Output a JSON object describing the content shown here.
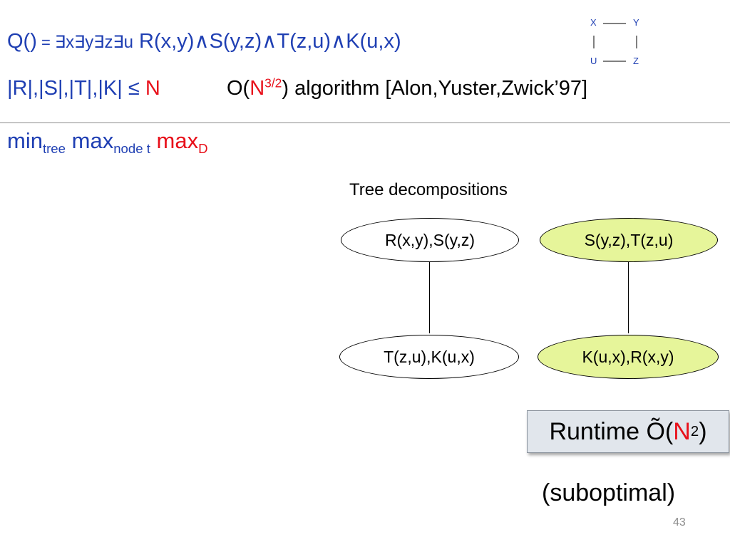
{
  "query": {
    "lhs": "Q()",
    "eq": " = ",
    "quantifiers": "∃x∃y∃z∃u",
    "body": "R(x,y)∧S(y,z)∧T(z,u)∧K(u,x)"
  },
  "bound": {
    "sizes": "|R|,|S|,|T|,|K| ≤ ",
    "n": "N"
  },
  "algorithm": {
    "prefix": "O(",
    "n": "N",
    "exp": "3/2",
    "suffix": ") algorithm [Alon,Yuster,Zwick’97]"
  },
  "minmax": {
    "min": "min",
    "min_sub": "tree",
    "max1": "max",
    "max1_sub": "node t",
    "max2": "max",
    "max2_sub": "D"
  },
  "query_graph": {
    "x": "X",
    "y": "Y",
    "u": "U",
    "z": "Z"
  },
  "tree_decompositions": {
    "label": "Tree decompositions",
    "left": {
      "top": "R(x,y),S(y,z)",
      "bottom": "T(z,u),K(u,x)"
    },
    "right": {
      "top": "S(y,z),T(z,u)",
      "bottom": "K(u,x),R(x,y)"
    }
  },
  "runtime": {
    "prefix": "Runtime Õ(",
    "n": "N",
    "exp": "2",
    "suffix": ")"
  },
  "note": "(suboptimal)",
  "page_number": "43",
  "colors": {
    "blue": "#1f3fb3",
    "red": "#e8101a",
    "highlight": "#e6f59a"
  }
}
